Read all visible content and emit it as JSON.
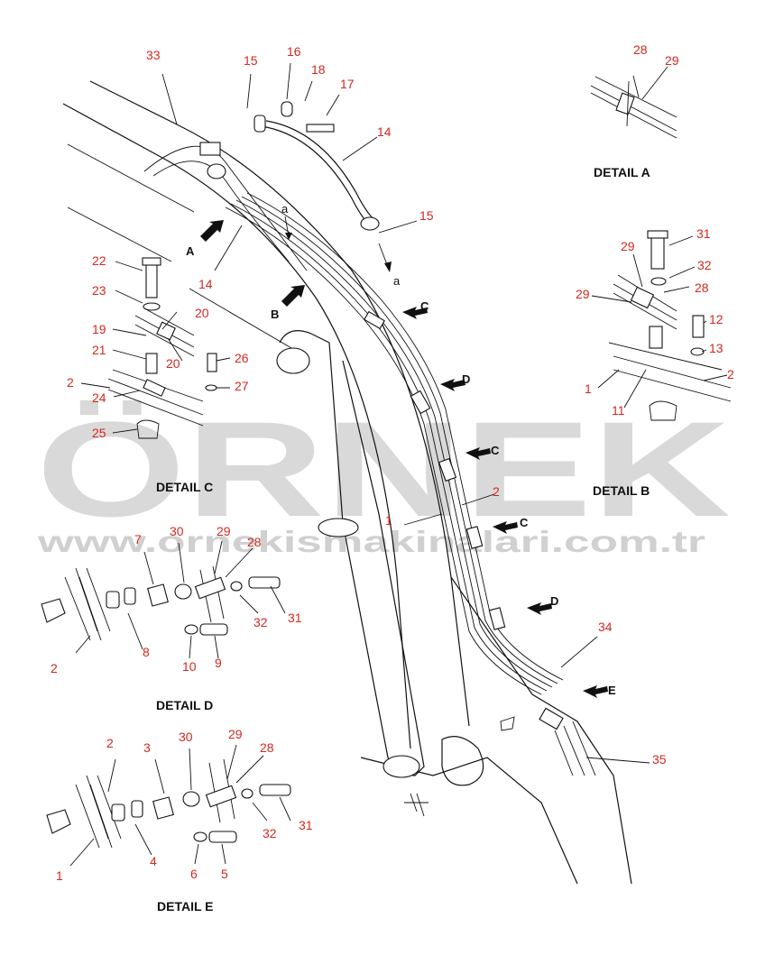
{
  "watermark": {
    "main": "ÖRNEK",
    "url": "www.ornekismakinalari.com.tr",
    "accent_color": "#f2c200"
  },
  "detail_labels": {
    "a": "DETAIL A",
    "b": "DETAIL B",
    "c": "DETAIL C",
    "d": "DETAIL D",
    "e": "DETAIL E"
  },
  "view_arrows": {
    "A": "A",
    "B": "B",
    "C1": "C",
    "C2": "C",
    "C3": "C",
    "D1": "D",
    "D2": "D",
    "E": "E",
    "a_top": "a",
    "a_bottom": "a"
  },
  "callouts": {
    "main": [
      "33",
      "15",
      "16",
      "18",
      "17",
      "14",
      "15",
      "14",
      "1",
      "2",
      "34",
      "35"
    ],
    "detail_a": [
      "28",
      "29"
    ],
    "detail_b": [
      "31",
      "29",
      "32",
      "29",
      "28",
      "12",
      "13",
      "1",
      "11",
      "2"
    ],
    "detail_c": [
      "22",
      "23",
      "19",
      "20",
      "21",
      "20",
      "26",
      "27",
      "2",
      "24",
      "25"
    ],
    "detail_d": [
      "7",
      "30",
      "29",
      "28",
      "32",
      "31",
      "2",
      "8",
      "10",
      "9"
    ],
    "detail_e": [
      "2",
      "3",
      "30",
      "29",
      "28",
      "32",
      "31",
      "1",
      "4",
      "6",
      "5"
    ]
  },
  "colors": {
    "callout": "#d4281f",
    "line": "#111111",
    "watermark": "#d9d9d9"
  }
}
